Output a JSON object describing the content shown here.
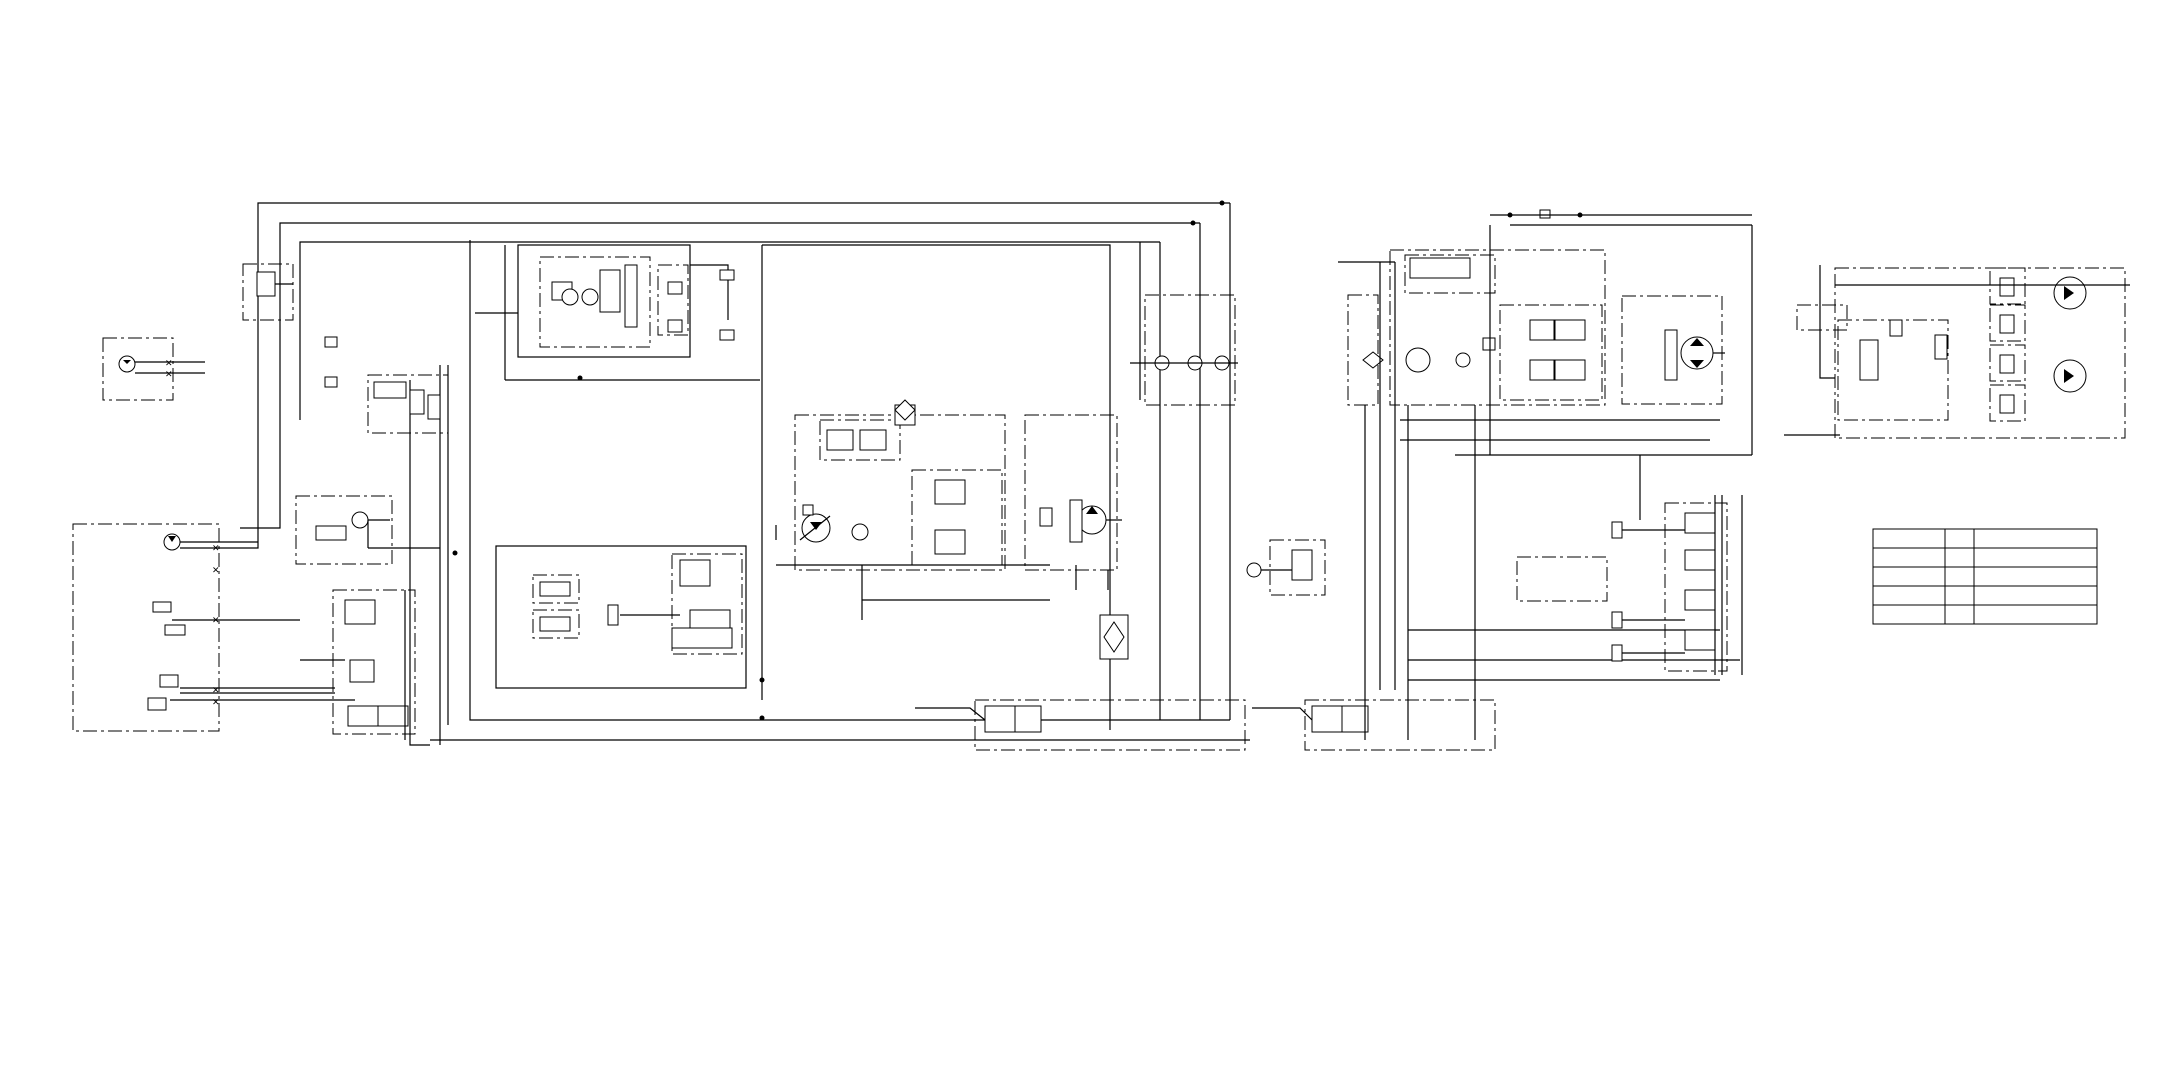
{
  "diagram": {
    "kind": "hydraulic-schematic",
    "line_color": "#000000",
    "background": "#ffffff",
    "title_block": {
      "rows": 5,
      "columns": 3,
      "cells": []
    }
  }
}
